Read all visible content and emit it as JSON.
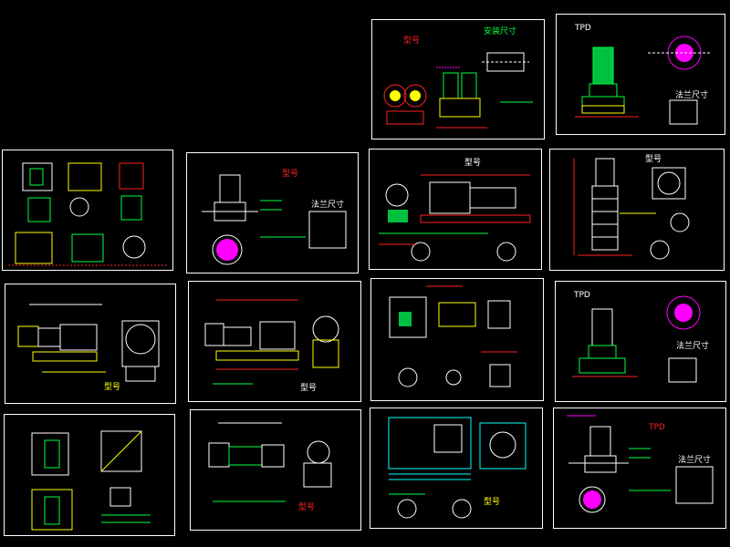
{
  "sheets": [
    {
      "id": "s1",
      "labels": [
        {
          "text": "型号",
          "cls": "red"
        },
        {
          "text": "安装尺寸",
          "cls": "grn"
        }
      ]
    },
    {
      "id": "s2",
      "labels": [
        {
          "text": "TPD",
          "cls": "wht"
        },
        {
          "text": "法兰尺寸",
          "cls": "wht"
        }
      ]
    },
    {
      "id": "s3",
      "labels": []
    },
    {
      "id": "s4",
      "labels": [
        {
          "text": "型号",
          "cls": "red"
        },
        {
          "text": "法兰尺寸",
          "cls": "wht"
        }
      ]
    },
    {
      "id": "s5",
      "labels": [
        {
          "text": "型号",
          "cls": "wht"
        }
      ]
    },
    {
      "id": "s6",
      "labels": [
        {
          "text": "型号",
          "cls": "wht"
        }
      ]
    },
    {
      "id": "s7",
      "labels": [
        {
          "text": "型号",
          "cls": "yel"
        }
      ]
    },
    {
      "id": "s8",
      "labels": [
        {
          "text": "型号",
          "cls": "wht"
        }
      ]
    },
    {
      "id": "s9",
      "labels": []
    },
    {
      "id": "s10",
      "labels": [
        {
          "text": "TPD",
          "cls": "wht"
        },
        {
          "text": "法兰尺寸",
          "cls": "wht"
        }
      ]
    },
    {
      "id": "s11",
      "labels": []
    },
    {
      "id": "s12",
      "labels": [
        {
          "text": "型号",
          "cls": "red"
        }
      ]
    },
    {
      "id": "s13",
      "labels": [
        {
          "text": "型号",
          "cls": "yel"
        }
      ]
    },
    {
      "id": "s14",
      "labels": [
        {
          "text": "TPD",
          "cls": "red"
        },
        {
          "text": "法兰尺寸",
          "cls": "wht"
        }
      ]
    }
  ]
}
